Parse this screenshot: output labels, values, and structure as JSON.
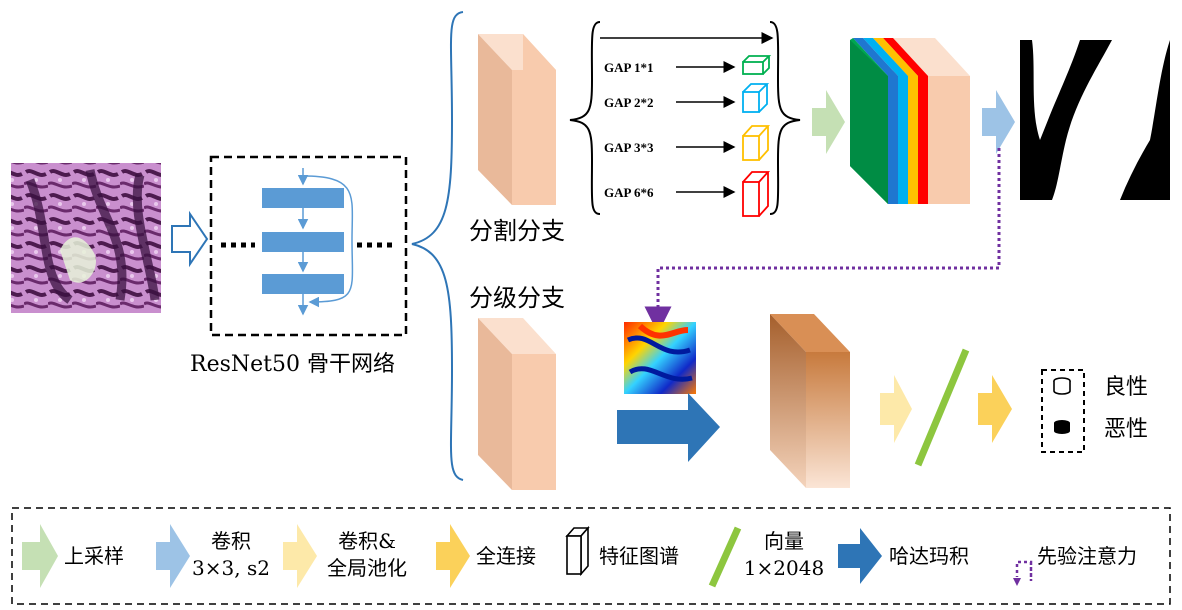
{
  "backbone": {
    "label": "ResNet50 骨干网络"
  },
  "branches": {
    "segmentation": "分割分支",
    "classification": "分级分支"
  },
  "gap_labels": [
    "GAP 1*1",
    "GAP 2*2",
    "GAP 3*3",
    "GAP 6*6"
  ],
  "outputs": {
    "benign": "良性",
    "malignant": "恶性"
  },
  "legend": [
    {
      "label": "上采样"
    },
    {
      "label_line1": "卷积",
      "label_line2": "3×3, s2"
    },
    {
      "label_line1": "卷积&",
      "label_line2": "全局池化"
    },
    {
      "label": "全连接"
    },
    {
      "label": "特征图谱"
    },
    {
      "label_line1": "向量",
      "label_line2": "1×2048"
    },
    {
      "label": "哈达玛积"
    },
    {
      "label": "先验注意力"
    }
  ],
  "colors": {
    "upsample": "#b9dca0",
    "conv": "#8eb6e0",
    "conv_pool": "#fde39a",
    "fc": "#fbd15a",
    "vector": "#8dc63f",
    "hadamard": "#2e75b6",
    "attention": "#7030a0",
    "feature_block": "#f8cbad",
    "resblock": "#5b9bd5",
    "gap_colors": [
      "#00b050",
      "#00b0f0",
      "#ffc000",
      "#ff0000"
    ],
    "seg_stack": [
      "#00a651",
      "#1f77d0",
      "#00b0f0",
      "#ffc000",
      "#ff0000",
      "#f8cbad"
    ]
  }
}
